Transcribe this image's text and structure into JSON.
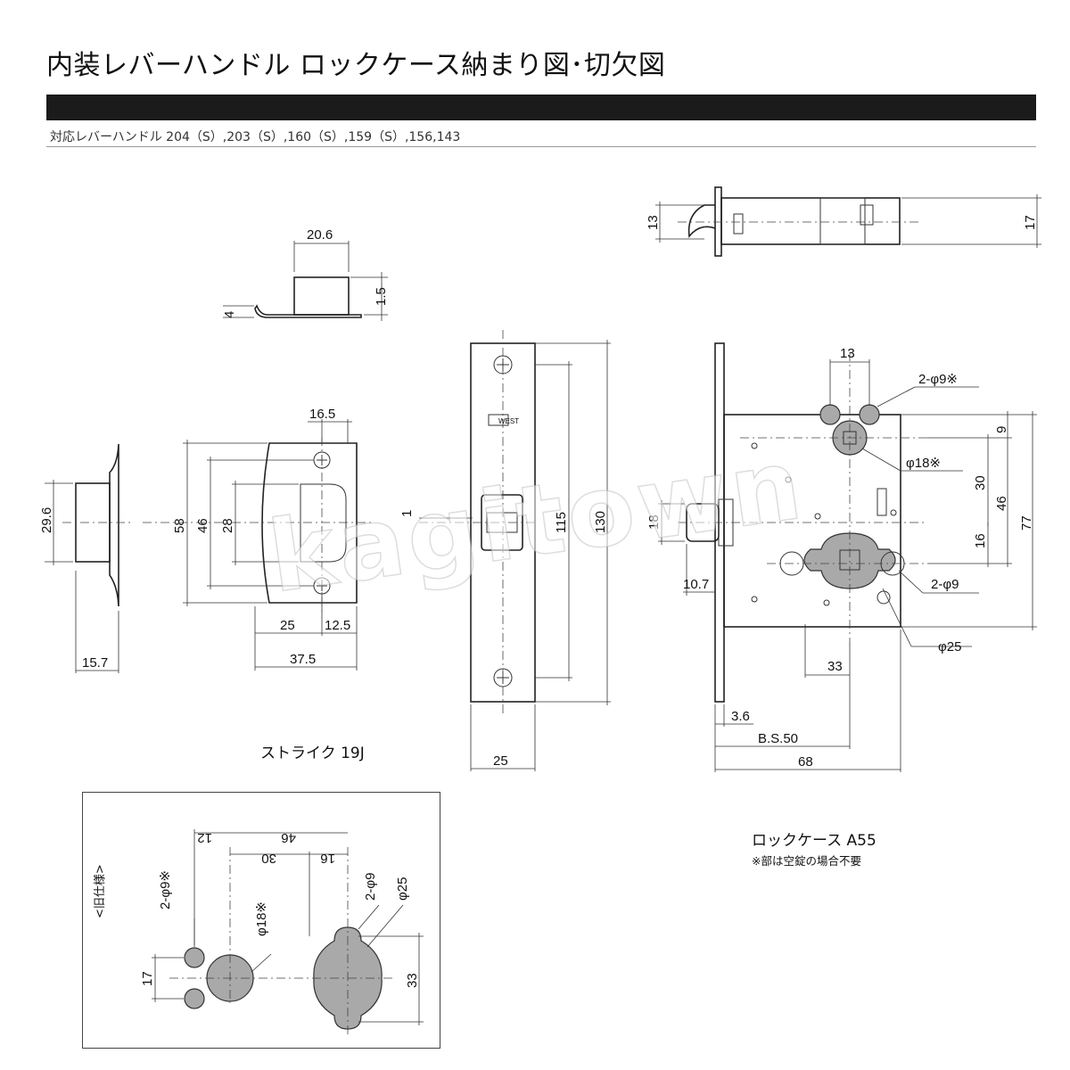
{
  "header": {
    "title": "内装レバーハンドル ロックケース納まり図･切欠図",
    "subtitle": "対応レバーハンドル 204（S）,203（S）,160（S）,159（S）,156,143"
  },
  "captions": {
    "strike": "ストライク 19J",
    "lockcase": "ロックケース A55",
    "lockcase_note": "※部は空錠の場合不要",
    "old_spec": "<旧仕様>",
    "watermark": "kagitown",
    "logo": "WEST"
  },
  "dimensions": {
    "strike_top": {
      "width": "20.6",
      "height": "1.5",
      "thickness": "4"
    },
    "strike_side": {
      "height": "29.6",
      "depth": "15.7"
    },
    "strike_front": {
      "top_width": "16.5",
      "h58": "58",
      "h46": "46",
      "h28": "28",
      "w25": "25",
      "w12_5": "12.5",
      "w37_5": "37.5"
    },
    "faceplate": {
      "offset": "1",
      "h115": "115",
      "h130": "130",
      "width": "25"
    },
    "lockcase_top": {
      "h13": "13",
      "h17": "17"
    },
    "lockcase": {
      "w13": "13",
      "holes_cyl": "2-φ9※",
      "dia18": "φ18※",
      "h9": "9",
      "h30": "30",
      "h46": "46",
      "h77": "77",
      "h16": "16",
      "holes_lever": "2-φ9",
      "dia25": "φ25",
      "latch18": "18",
      "latch10_7": "10.7",
      "w33": "33",
      "w3_6": "3.6",
      "bs": "B.S.50",
      "w68": "68"
    },
    "old": {
      "w12": "12",
      "w46": "46",
      "w30": "30",
      "w16": "16",
      "holes9x": "2-φ9※",
      "dia18x": "φ18※",
      "holes9": "2-φ9",
      "dia25": "φ25",
      "h17": "17",
      "h33": "33"
    }
  }
}
